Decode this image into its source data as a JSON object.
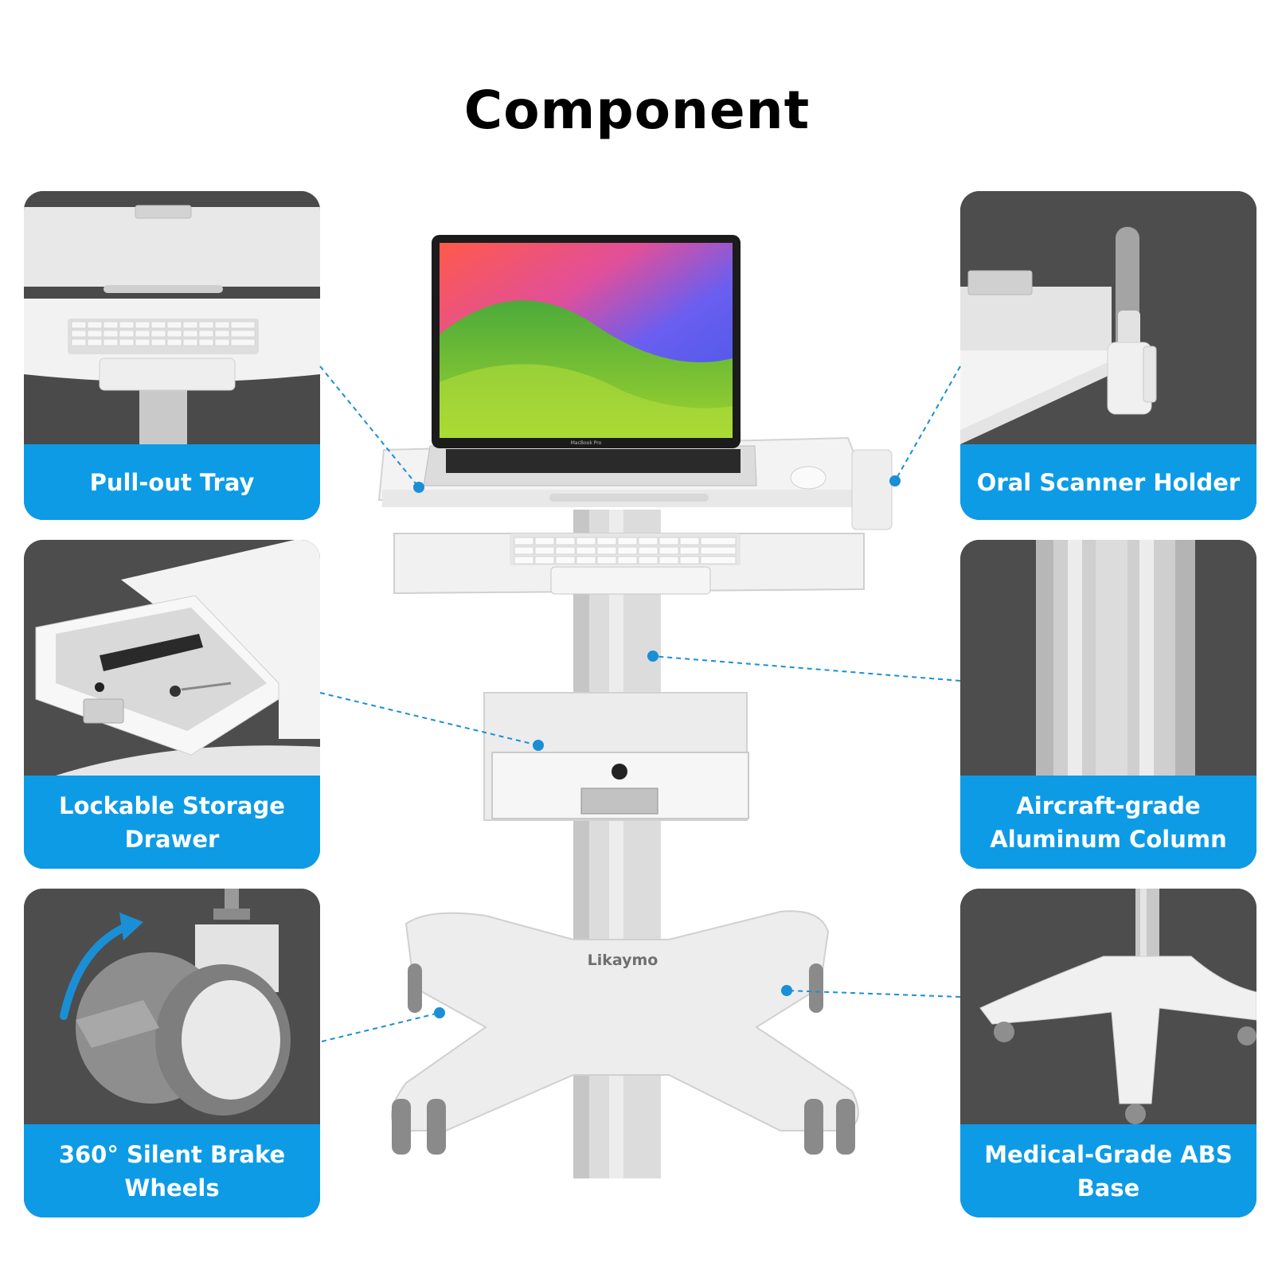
{
  "title": "Component",
  "features": [
    {
      "label": "Pull-out Tray"
    },
    {
      "label": "Oral Scanner Holder"
    },
    {
      "label": "Lockable Storage Drawer"
    },
    {
      "label": "Aircraft-grade Aluminum Column"
    },
    {
      "label": "360° Silent Brake Wheels"
    },
    {
      "label": "Medical-Grade ABS Base"
    }
  ],
  "product": {
    "brand": "Likaymo",
    "laptop_model": "MacBook Pro"
  },
  "colors": {
    "label_bg": "#0d9be6",
    "card_bg": "#4d4d4d",
    "leader_line": "#1a8fd6"
  }
}
